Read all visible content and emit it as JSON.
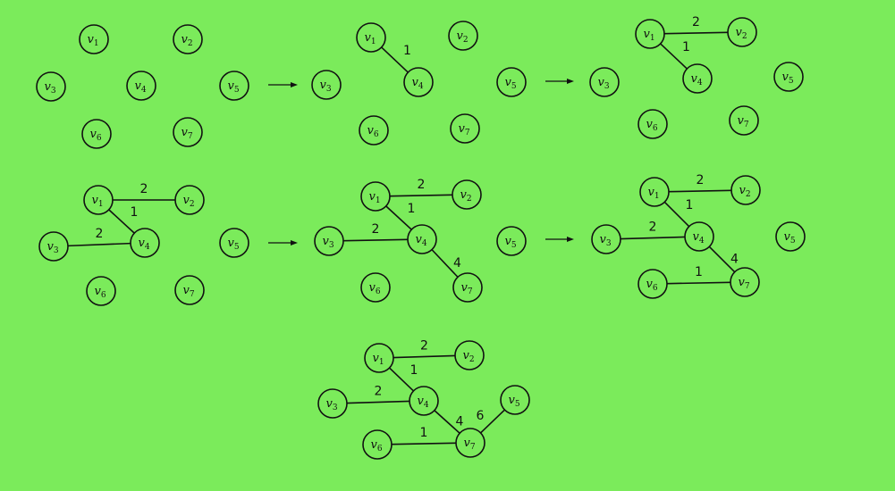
{
  "diagram": {
    "caption": "",
    "node_base": "v",
    "nodes": [
      "1",
      "2",
      "3",
      "4",
      "5",
      "6",
      "7"
    ],
    "panels": [
      {
        "edges": []
      },
      {
        "edges": [
          {
            "from": "1",
            "to": "4",
            "weight": "1"
          }
        ]
      },
      {
        "edges": [
          {
            "from": "1",
            "to": "4",
            "weight": "1"
          },
          {
            "from": "1",
            "to": "2",
            "weight": "2"
          }
        ]
      },
      {
        "edges": [
          {
            "from": "1",
            "to": "4",
            "weight": "1"
          },
          {
            "from": "1",
            "to": "2",
            "weight": "2"
          },
          {
            "from": "3",
            "to": "4",
            "weight": "2"
          }
        ]
      },
      {
        "edges": [
          {
            "from": "1",
            "to": "4",
            "weight": "1"
          },
          {
            "from": "1",
            "to": "2",
            "weight": "2"
          },
          {
            "from": "3",
            "to": "4",
            "weight": "2"
          },
          {
            "from": "4",
            "to": "7",
            "weight": "4"
          }
        ]
      },
      {
        "edges": [
          {
            "from": "1",
            "to": "4",
            "weight": "1"
          },
          {
            "from": "1",
            "to": "2",
            "weight": "2"
          },
          {
            "from": "3",
            "to": "4",
            "weight": "2"
          },
          {
            "from": "4",
            "to": "7",
            "weight": "4"
          },
          {
            "from": "6",
            "to": "7",
            "weight": "1"
          }
        ]
      },
      {
        "edges": [
          {
            "from": "1",
            "to": "4",
            "weight": "1"
          },
          {
            "from": "1",
            "to": "2",
            "weight": "2"
          },
          {
            "from": "3",
            "to": "4",
            "weight": "2"
          },
          {
            "from": "4",
            "to": "7",
            "weight": "4"
          },
          {
            "from": "6",
            "to": "7",
            "weight": "1"
          },
          {
            "from": "7",
            "to": "5",
            "weight": "6"
          }
        ]
      }
    ]
  }
}
